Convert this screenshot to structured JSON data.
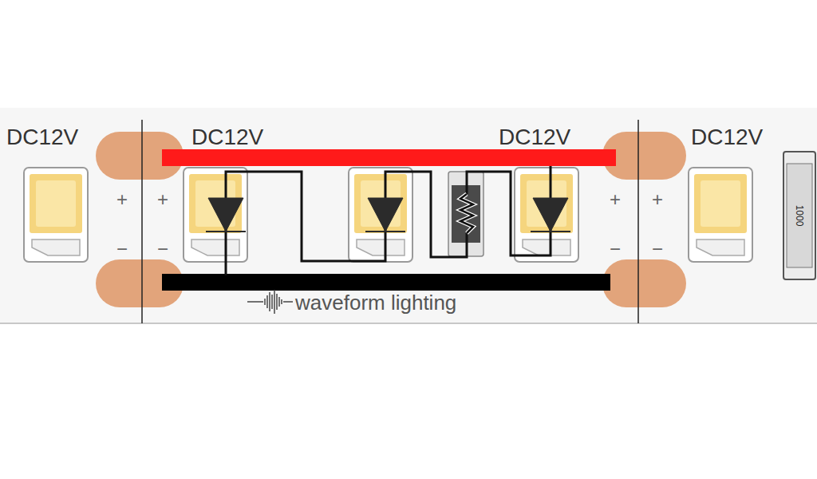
{
  "diagram": {
    "labels": [
      "DC12V",
      "DC12V",
      "DC12V",
      "DC12V",
      "+",
      "+",
      "+",
      "+",
      "−",
      "−",
      "−",
      "−",
      "1000",
      "waveform lighting"
    ]
  }
}
